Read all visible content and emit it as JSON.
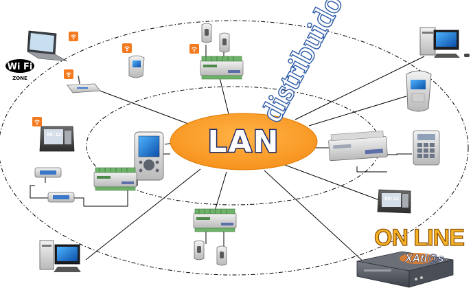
{
  "center": {
    "label": "LAN"
  },
  "banner": {
    "label": "distribuido"
  },
  "online_badge": {
    "label": "ON LINE",
    "product": "XAtl@s"
  },
  "wifi_logo": {
    "brand": "Wi Fi",
    "zone": "ZONE"
  },
  "terminal_display": {
    "clock": "08:32"
  },
  "colors": {
    "lan_fill": "#f7931e",
    "lan_outline": "#f7931e",
    "ring_dash": "#000000",
    "wifi_badge": "#f37a1f",
    "distribuido_outline": "#2f5da8"
  },
  "icons": {
    "wifi_badge": "wifi-signal-icon",
    "laptop": "laptop-icon",
    "desktop": "desktop-computer-icon",
    "router": "wireless-router-icon",
    "controller": "din-rail-controller-icon",
    "reader": "card-reader-icon",
    "terminal": "time-terminal-icon",
    "keypad": "keypad-icon",
    "handheld": "handheld-terminal-icon",
    "server": "server-appliance-icon"
  }
}
